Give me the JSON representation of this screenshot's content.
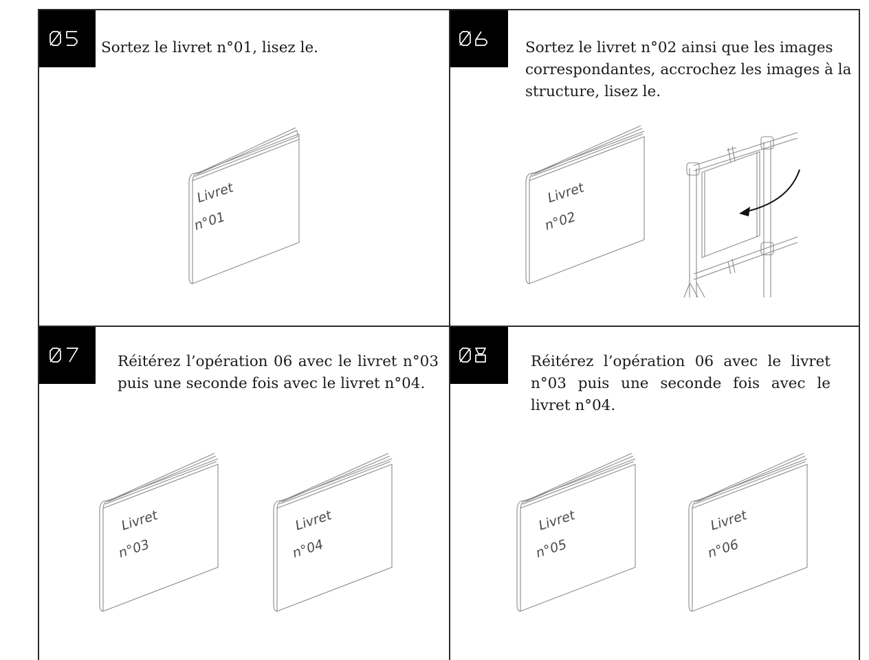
{
  "steps": [
    {
      "number": "05",
      "text": "Sortez le livret n°01, lisez le.",
      "booklets": [
        {
          "line1": "Livret",
          "line2": "n°01"
        }
      ]
    },
    {
      "number": "06",
      "text": "Sortez le livret n°02 ainsi que les images correspondantes, accrochez les images à la structure, lisez le.",
      "booklets": [
        {
          "line1": "Livret",
          "line2": "n°02"
        }
      ]
    },
    {
      "number": "07",
      "text": "Réitérez l’opération 06 avec le livret n°03 puis une seconde fois avec le livret n°04.",
      "booklets": [
        {
          "line1": "Livret",
          "line2": "n°03"
        },
        {
          "line1": "Livret",
          "line2": "n°04"
        }
      ]
    },
    {
      "number": "08",
      "text": "Réitérez l’opération 06 avec le livret n°03 puis une seconde fois avec le livret n°04.",
      "booklets": [
        {
          "line1": "Livret",
          "line2": "n°05"
        },
        {
          "line1": "Livret",
          "line2": "n°06"
        }
      ]
    }
  ]
}
